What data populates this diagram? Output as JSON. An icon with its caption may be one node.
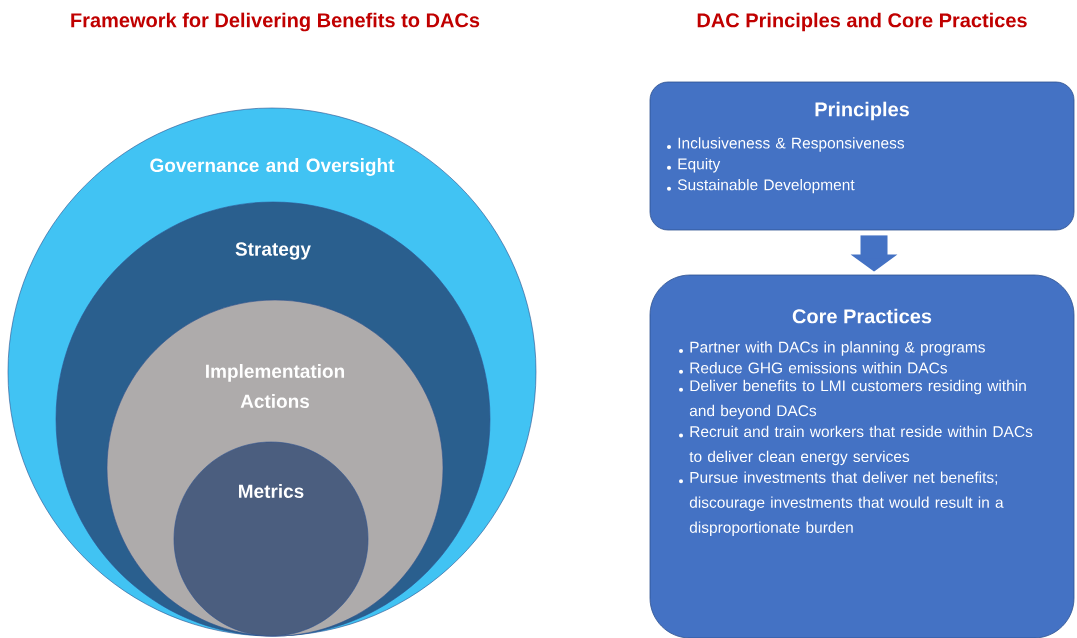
{
  "diagram": {
    "labels": [
      "Framework for Delivering Benefits to DACs",
      "DAC Principles and Core Practices"
    ],
    "nodes": [
      {
        "text": [
          "Governance and Oversight"
        ]
      },
      {
        "text": [
          "Strategy"
        ],
        "in": 0
      },
      {
        "text": [
          "Implementation Actions"
        ],
        "in": 1
      },
      {
        "text": [
          "Metrics"
        ],
        "in": 2
      },
      {
        "text": [
          "Principles",
          "Inclusiveness & Responsiveness",
          "Equity",
          "Sustainable Development"
        ]
      },
      {
        "text": [
          "Core Practices",
          "Partner with DACs in planning & programs",
          "Reduce GHG emissions within DACs",
          "Deliver benefits to LMI customers residing within and beyond DACs",
          "Recruit and train workers that reside within DACs to deliver clean energy services",
          "Pursue investments that deliver net benefits; discourage investments that would result in a disproportionate burden"
        ]
      }
    ],
    "edges": [
      {
        "from": 4,
        "to": 5,
        "arrow": "to"
      }
    ]
  }
}
